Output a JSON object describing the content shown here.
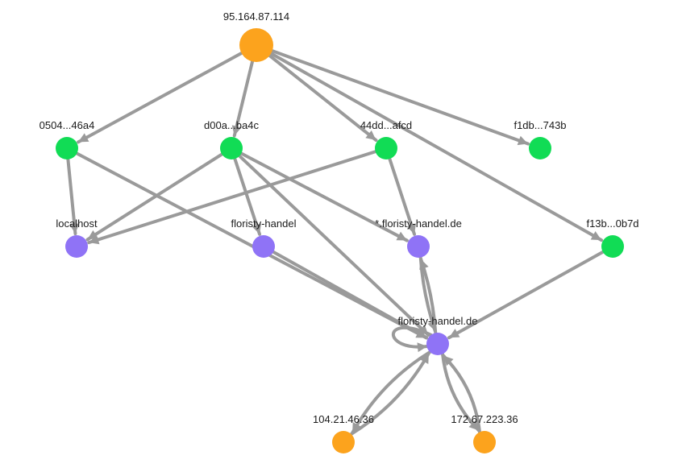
{
  "colors": {
    "ip": "#fca31d",
    "hash": "#11dc55",
    "domain": "#8f73f6",
    "edge": "#9a9a9a"
  },
  "nodes": [
    {
      "id": "ip1",
      "label": "95.164.87.114",
      "kind": "ip"
    },
    {
      "id": "h1",
      "label": "0504...46a4",
      "kind": "hash"
    },
    {
      "id": "h2",
      "label": "d00a...ba4c",
      "kind": "hash"
    },
    {
      "id": "h3",
      "label": "44dd...afcd",
      "kind": "hash"
    },
    {
      "id": "h4",
      "label": "f1db...743b",
      "kind": "hash"
    },
    {
      "id": "h5",
      "label": "f13b...0b7d",
      "kind": "hash"
    },
    {
      "id": "d1",
      "label": "localhost",
      "kind": "domain"
    },
    {
      "id": "d2",
      "label": "floristy-handel",
      "kind": "domain"
    },
    {
      "id": "d3",
      "label": "*.floristy-handel.de",
      "kind": "domain"
    },
    {
      "id": "d4",
      "label": "floristy-handel.de",
      "kind": "domain"
    },
    {
      "id": "ip2",
      "label": "104.21.46.36",
      "kind": "ip"
    },
    {
      "id": "ip3",
      "label": "172.67.223.36",
      "kind": "ip"
    }
  ],
  "edges": [
    {
      "from": "ip1",
      "to": "h1"
    },
    {
      "from": "ip1",
      "to": "h2"
    },
    {
      "from": "ip1",
      "to": "h3"
    },
    {
      "from": "ip1",
      "to": "h4"
    },
    {
      "from": "ip1",
      "to": "h5"
    },
    {
      "from": "h1",
      "to": "d1"
    },
    {
      "from": "h1",
      "to": "d4"
    },
    {
      "from": "h2",
      "to": "d1"
    },
    {
      "from": "h2",
      "to": "d2"
    },
    {
      "from": "h2",
      "to": "d3"
    },
    {
      "from": "h2",
      "to": "d4"
    },
    {
      "from": "h3",
      "to": "d1"
    },
    {
      "from": "h3",
      "to": "d3"
    },
    {
      "from": "h5",
      "to": "d4"
    },
    {
      "from": "d2",
      "to": "d4"
    },
    {
      "from": "d3",
      "to": "d4"
    },
    {
      "from": "d4",
      "to": "d3"
    },
    {
      "from": "d4",
      "to": "d4"
    },
    {
      "from": "d4",
      "to": "ip2"
    },
    {
      "from": "ip2",
      "to": "d4"
    },
    {
      "from": "d4",
      "to": "ip3"
    },
    {
      "from": "ip3",
      "to": "d4"
    }
  ]
}
